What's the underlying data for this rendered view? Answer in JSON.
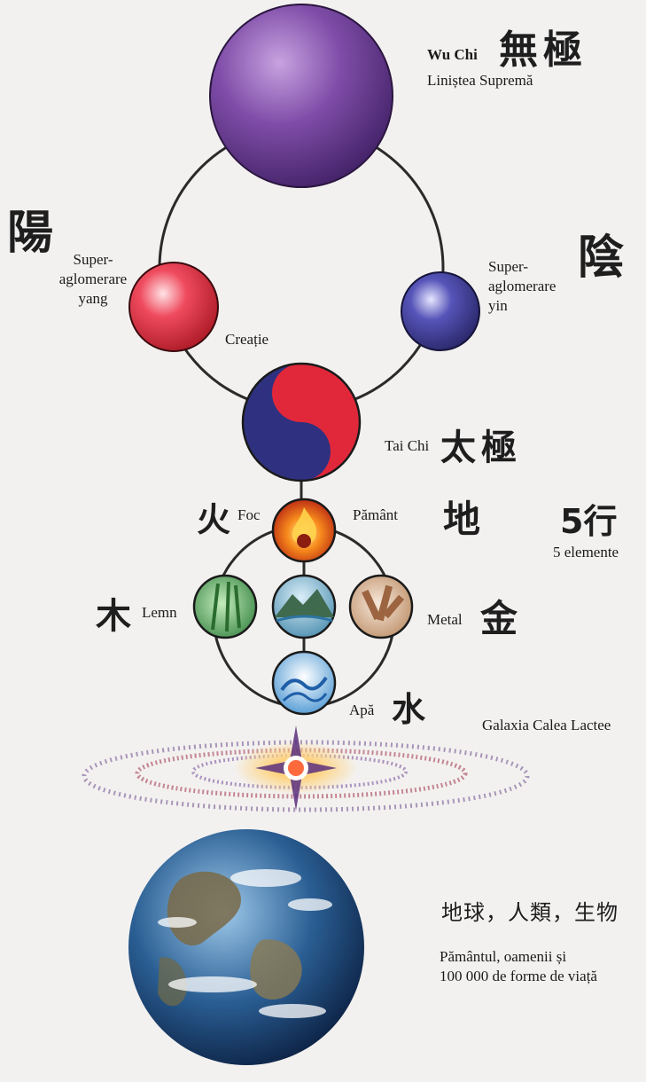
{
  "wuchi": {
    "han": "無極",
    "title": "Wu Chi",
    "subtitle": "Liniștea Supremă"
  },
  "yang": {
    "han": "陽",
    "label_line1": "Super-",
    "label_line2": "aglomerare",
    "label_line3": "yang"
  },
  "yin": {
    "han": "陰",
    "label_line1": "Super-",
    "label_line2": "aglomerare",
    "label_line3": "yin"
  },
  "creation": {
    "label": "Creație"
  },
  "taichi": {
    "label": "Tai Chi",
    "han": "太極"
  },
  "five_elements": {
    "han": "5行",
    "label": "5 elemente"
  },
  "fire": {
    "han": "火",
    "label": "Foc"
  },
  "earth": {
    "han": "地",
    "label": "Pământ"
  },
  "wood": {
    "han": "木",
    "label": "Lemn"
  },
  "metal": {
    "han": "金",
    "label": "Metal"
  },
  "water": {
    "han": "水",
    "label": "Apă"
  },
  "galaxy": {
    "label": "Galaxia Calea Lactee"
  },
  "planet": {
    "han": "地球，人類，生物",
    "label_line1": "Pământul, oamenii și",
    "label_line2": "100 000 de forme de viață"
  },
  "colors": {
    "wuchi": "#6a3d8f",
    "yang": "#d42a3c",
    "yin": "#3d3a8e",
    "taichi_red": "#e0283a",
    "taichi_blue": "#2f3180"
  }
}
